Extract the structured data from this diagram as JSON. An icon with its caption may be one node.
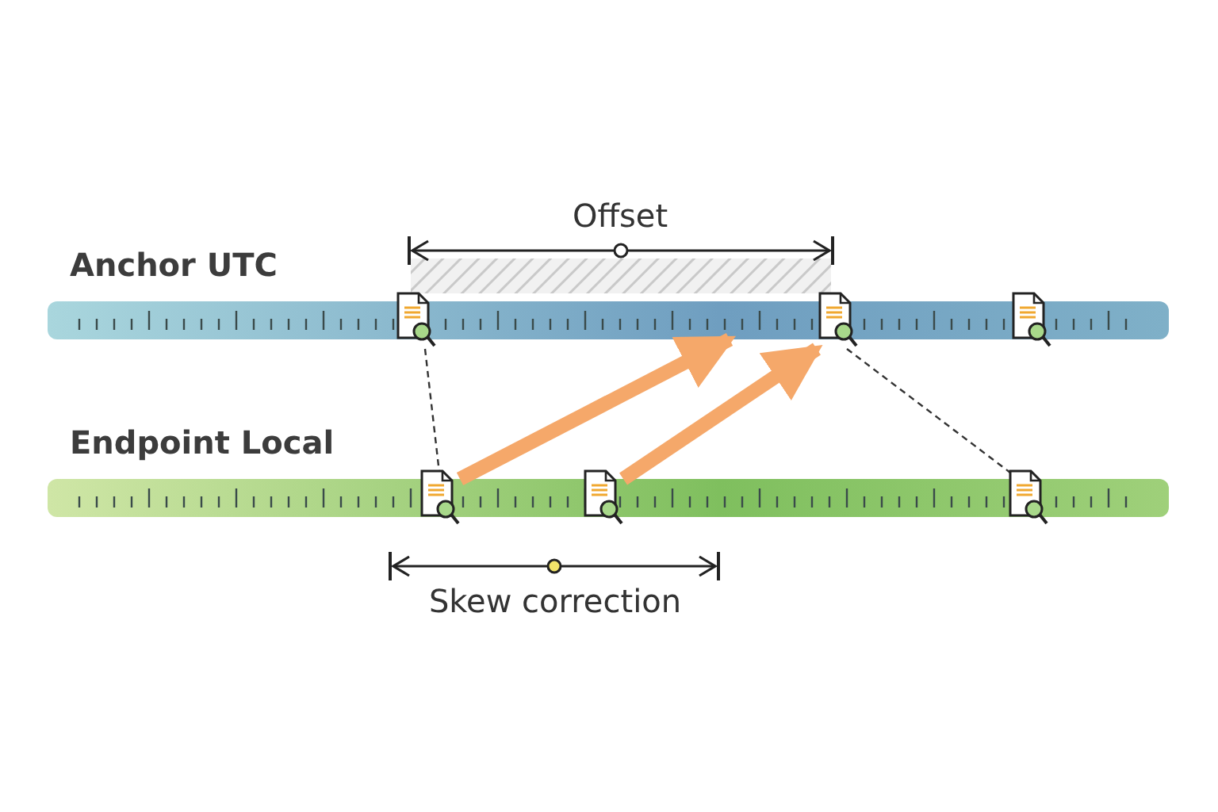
{
  "diagram": {
    "nodes": [
      {
        "text": [
          "Anchor UTC"
        ]
      },
      {
        "text": [
          "Endpoint Local"
        ]
      },
      {
        "text": [],
        "shape": "picture",
        "in": 0
      },
      {
        "text": [],
        "shape": "picture",
        "in": 0
      },
      {
        "text": [],
        "shape": "picture",
        "in": 0
      },
      {
        "text": [],
        "shape": "picture",
        "in": 1
      },
      {
        "text": [],
        "shape": "picture",
        "in": 1
      },
      {
        "text": [],
        "shape": "picture",
        "in": 1
      }
    ],
    "edges": [
      {
        "from": 2,
        "to": 5,
        "arrow": "none",
        "style": "dashed"
      },
      {
        "from": 3,
        "to": 7,
        "arrow": "none",
        "style": "dashed"
      },
      {
        "from": 5,
        "to": 0,
        "arrow": "to",
        "style": "thick",
        "color": "#f5a86a"
      },
      {
        "from": 6,
        "to": 3,
        "arrow": "to",
        "style": "thick",
        "color": "#f5a86a"
      }
    ],
    "labels": [
      "Offset",
      "Skew correction"
    ]
  }
}
